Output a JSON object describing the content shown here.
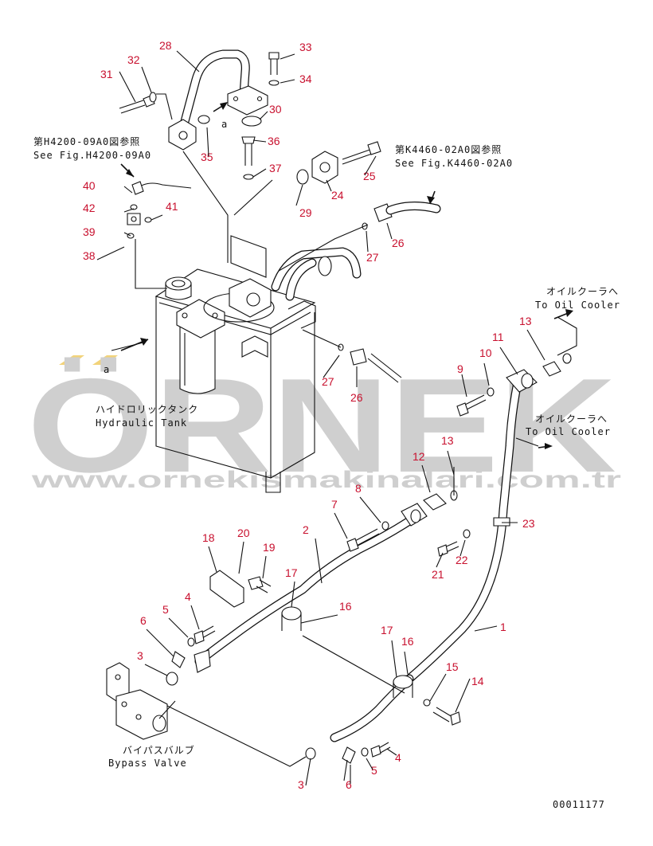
{
  "watermark": {
    "brand": "ÖRNEK",
    "url": "www.ornekismakinalari.com.tr"
  },
  "references": {
    "h4200_jp": "第H4200-09A0図参照",
    "h4200_en": "See Fig.H4200-09A0",
    "k4460_jp": "第K4460-02A0図参照",
    "k4460_en": "See Fig.K4460-02A0"
  },
  "labels": {
    "hydraulic_tank_jp": "ハイドロリックタンク",
    "hydraulic_tank_en": "Hydraulic Tank",
    "oil_cooler_1_jp": "オイルクーラへ",
    "oil_cooler_1_en": "To Oil Cooler",
    "oil_cooler_2_jp": "オイルクーラへ",
    "oil_cooler_2_en": "To Oil Cooler",
    "bypass_valve_jp": "バイパスバルブ",
    "bypass_valve_en": "Bypass Valve",
    "circle_a_top": "a",
    "circle_a_left": "a"
  },
  "drawing_number": "00011177",
  "part_callouts": [
    "1",
    "2",
    "3",
    "3",
    "4",
    "4",
    "5",
    "5",
    "6",
    "6",
    "7",
    "8",
    "9",
    "10",
    "11",
    "12",
    "13",
    "13",
    "14",
    "15",
    "16",
    "16",
    "17",
    "17",
    "18",
    "19",
    "20",
    "21",
    "22",
    "23",
    "24",
    "25",
    "26",
    "26",
    "27",
    "27",
    "28",
    "29",
    "30",
    "31",
    "32",
    "33",
    "34",
    "35",
    "36",
    "37",
    "38",
    "39",
    "40",
    "41",
    "42"
  ]
}
